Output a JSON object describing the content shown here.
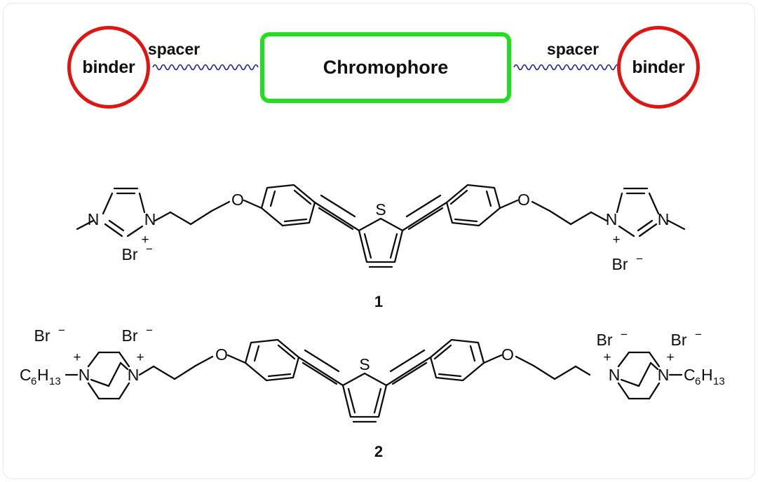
{
  "figure": {
    "background_color": "#ffffff",
    "border_color": "#e8e8ec"
  },
  "schematic": {
    "binder_left_label": "binder",
    "binder_right_label": "binder",
    "spacer_left_label": "spacer",
    "spacer_right_label": "spacer",
    "chromophore_label": "Chromophore",
    "binder_color": "#e01411",
    "chromophore_color": "#1ee01e",
    "spacer_color": "#2020a0"
  },
  "compounds": [
    {
      "label": "1",
      "headgroup": "methylimidazolium",
      "counterion_left": "Br",
      "counterion_left_charge": "−",
      "counterion_right": "Br",
      "counterion_right_charge": "−",
      "atoms": {
        "nitrogen": "N",
        "oxygen": "O",
        "sulfur": "S",
        "plus": "+",
        "methyl_left": "",
        "methyl_right": ""
      }
    },
    {
      "label": "2",
      "headgroup": "hexyl-DABCO",
      "counterion_left_a": "Br",
      "counterion_left_b": "Br",
      "counterion_right_a": "Br",
      "counterion_right_b": "Br",
      "counterion_charge": "−",
      "atoms": {
        "nitrogen": "N",
        "oxygen": "O",
        "sulfur": "S",
        "plus": "+"
      },
      "alkyl_left": {
        "element": "C",
        "c_count": "6",
        "h": "H",
        "h_count": "13"
      },
      "alkyl_right": {
        "element": "C",
        "c_count": "6",
        "h": "H",
        "h_count": "13"
      }
    }
  ]
}
